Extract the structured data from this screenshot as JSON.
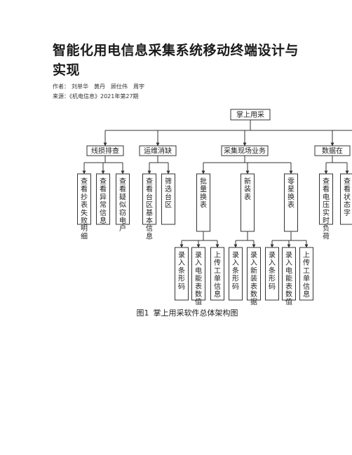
{
  "article": {
    "title": "智能化用电信息采集系统移动终端设计与实现",
    "authors_label": "作者：",
    "authors": [
      "刘单华",
      "黄丹",
      "顾仕伟",
      "周宇"
    ],
    "source_label": "来源：",
    "source": "《机电信息》2021年第27期"
  },
  "figure": {
    "number": "图1",
    "caption": "掌上用采软件总体架构图",
    "root": "掌上用采",
    "groups": [
      {
        "label": "线损排查",
        "children": [
          "查看抄表失败明细",
          "查看异常信息",
          "查看疑似窃电户"
        ]
      },
      {
        "label": "运维消缺",
        "children": [
          "查看台区基本信息",
          "筛选台区"
        ]
      },
      {
        "label": "采集现场业务",
        "children": [
          {
            "label": "批量换表",
            "children": [
              "录入条形码",
              "录入电能表数值",
              "上传工单信息"
            ]
          },
          {
            "label": "新装表",
            "children": [
              "录入条形码",
              "录入新装表数据"
            ]
          },
          {
            "label": "零星换表",
            "children": [
              "录入条形码",
              "录入电能表数值",
              "上传工单信息"
            ]
          }
        ]
      },
      {
        "label": "数据在",
        "children": [
          "查看电压实时负荷",
          "查看状态字"
        ]
      }
    ]
  }
}
